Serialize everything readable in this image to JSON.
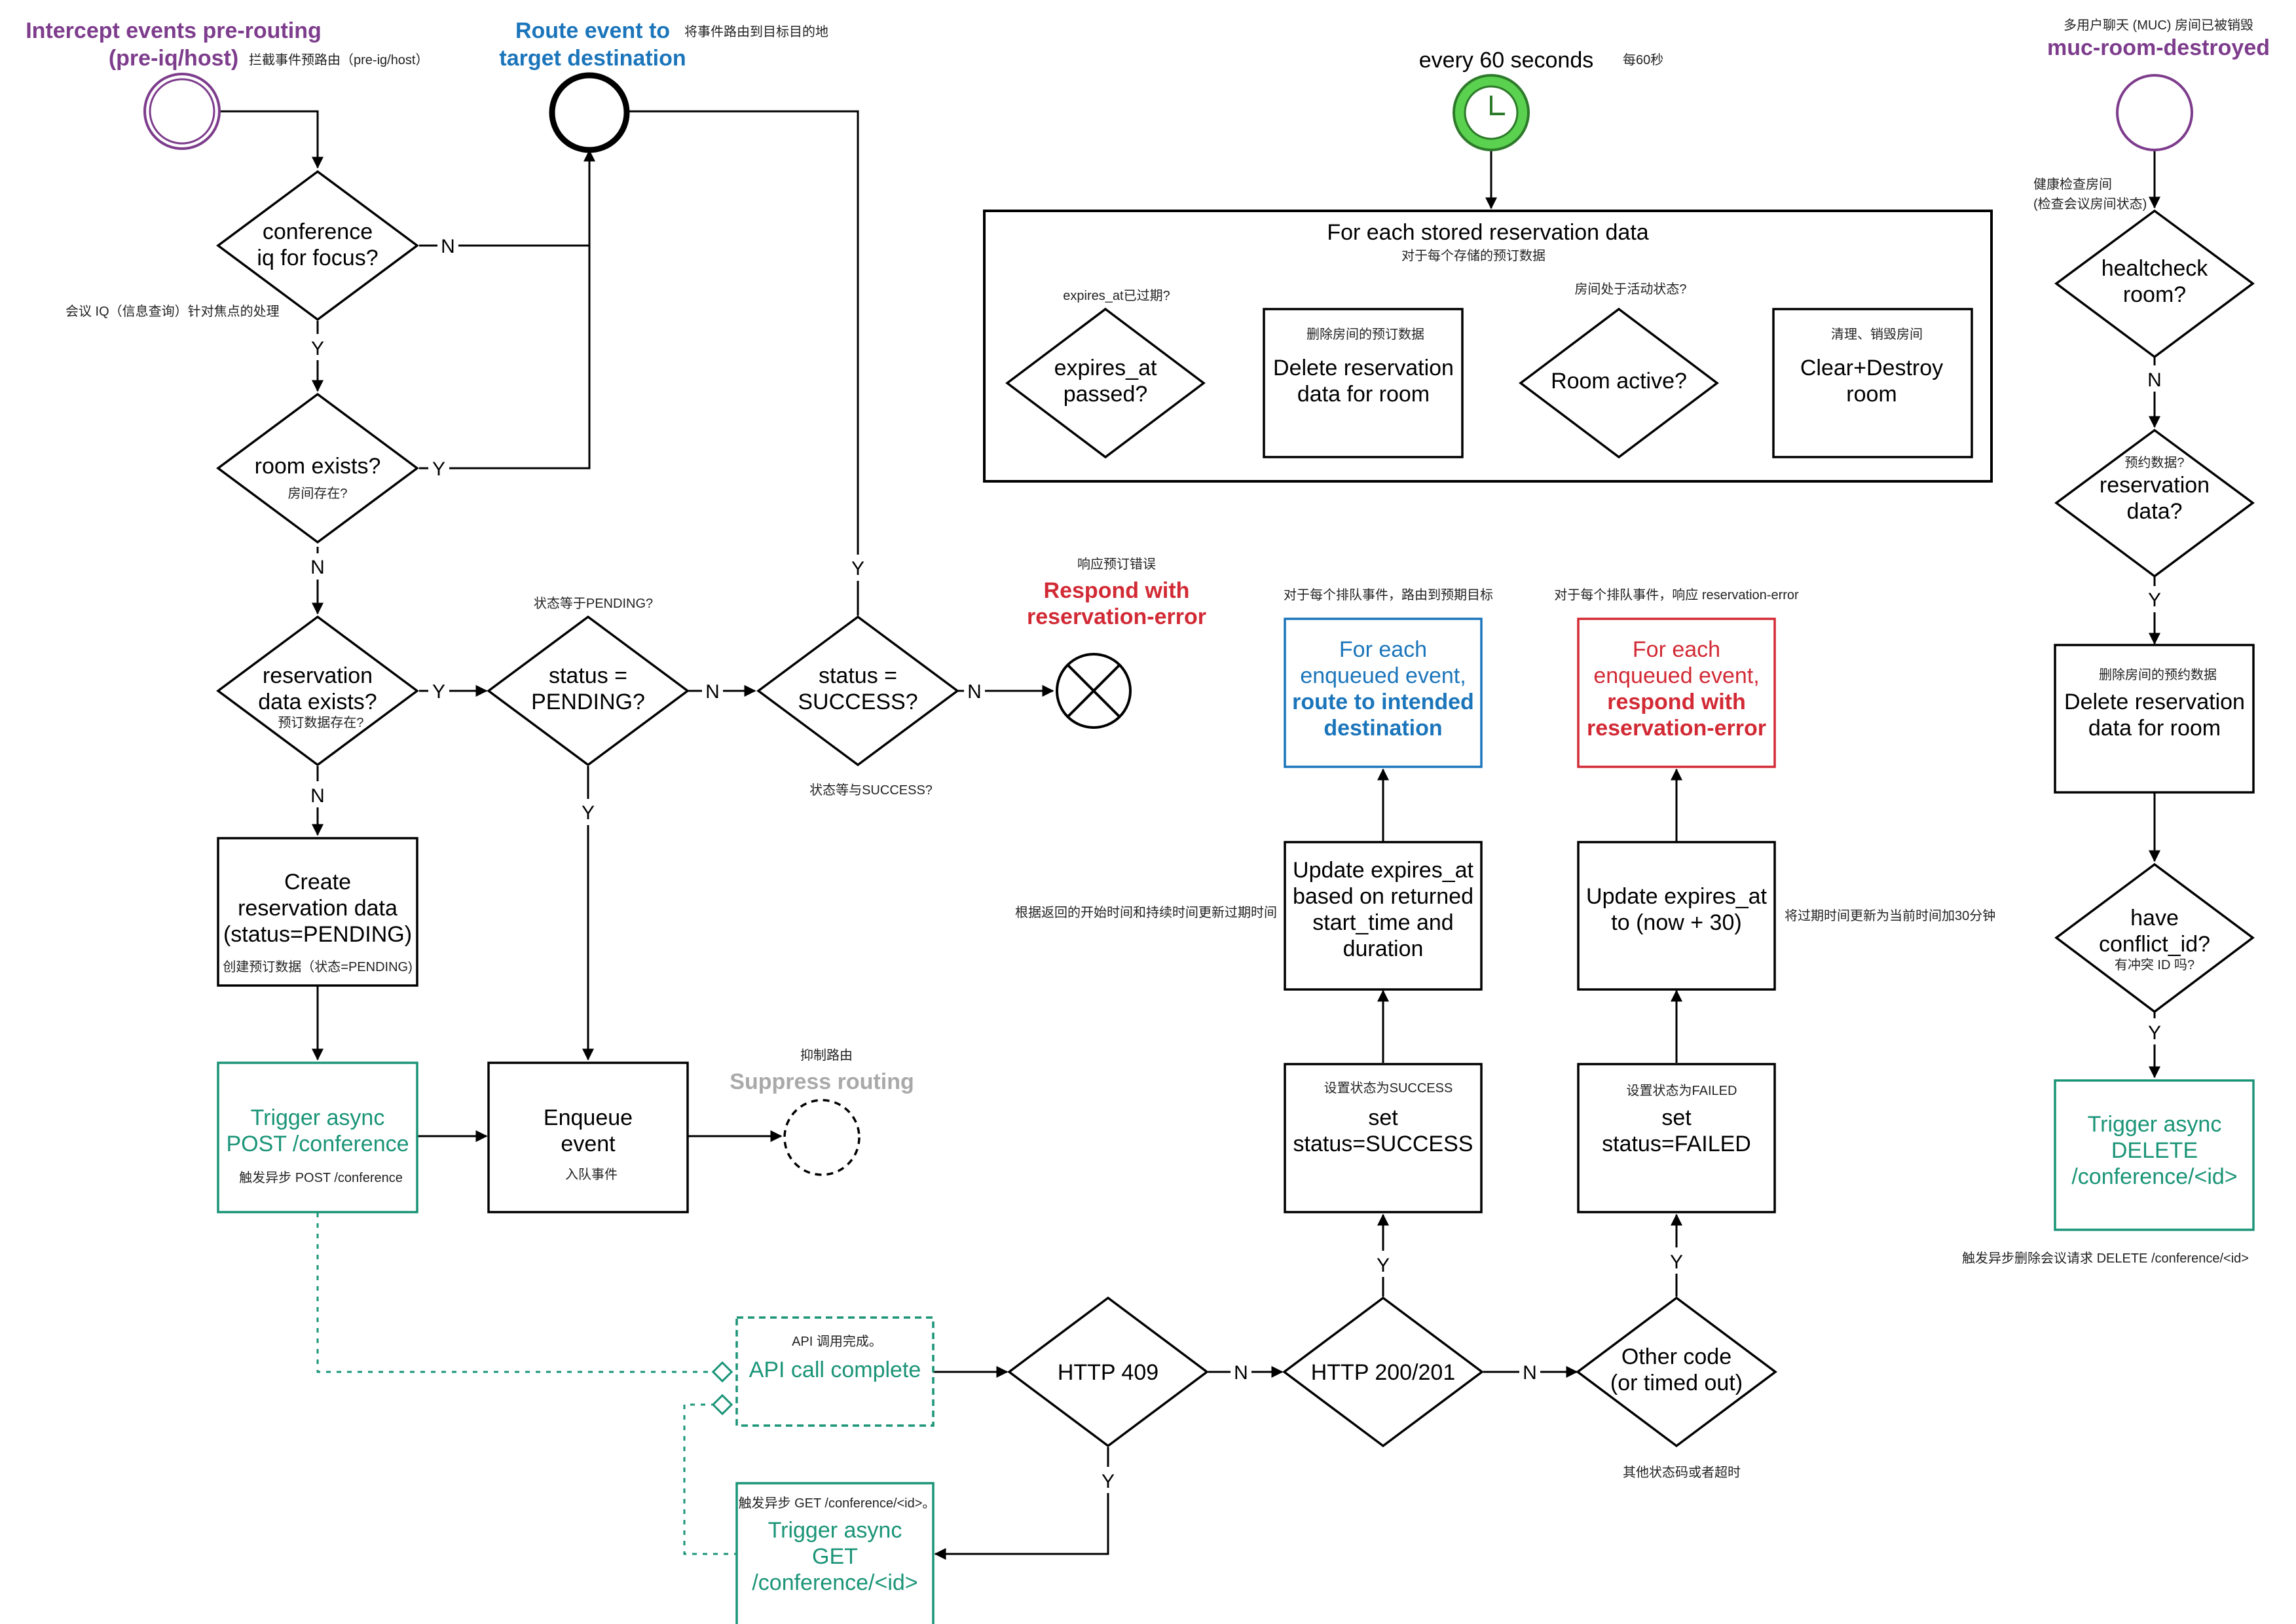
{
  "nodes": {
    "start_pre_routing": {
      "title_line1": "Intercept events pre-routing",
      "title_line2": "(pre-iq/host)",
      "note": "拦截事件预路由（pre-ig/host）"
    },
    "route_end": {
      "title_line1": "Route event to",
      "title_line2": "target destination",
      "note": "将事件路由到目标目的地"
    },
    "timer": {
      "label": "every 60 seconds",
      "note": "每60秒"
    },
    "muc_destroyed": {
      "note": "多用户聊天 (MUC) 房间已被销毁",
      "title": "muc-room-destroyed"
    },
    "conference_iq": {
      "line1": "conference",
      "line2": "iq for focus?",
      "note": "会议 IQ（信息查询）针对焦点的处理"
    },
    "room_exists": {
      "line1": "room exists?",
      "note": "房间存在?"
    },
    "reservation_exists": {
      "line1": "reservation",
      "line2": "data exists?",
      "note": "预订数据存在?"
    },
    "status_pending": {
      "line1": "status =",
      "line2": "PENDING?",
      "note": "状态等于PENDING?"
    },
    "status_success": {
      "line1": "status =",
      "line2": "SUCCESS?",
      "note": "状态等与SUCCESS?"
    },
    "respond_error": {
      "note": "响应预订错误",
      "line1": "Respond with",
      "line2": "reservation-error"
    },
    "create_reservation": {
      "line1": "Create",
      "line2": "reservation data",
      "line3": "(status=PENDING)",
      "note": "创建预订数据（状态=PENDING)"
    },
    "trigger_post": {
      "line1": "Trigger async",
      "line2": "POST /conference",
      "note": "触发异步 POST /conference"
    },
    "enqueue": {
      "line1": "Enqueue",
      "line2": "event",
      "note": "入队事件"
    },
    "suppress": {
      "note": "抑制路由",
      "label": "Suppress routing"
    },
    "api_complete": {
      "note": "API 调用完成。",
      "label": "API call complete"
    },
    "trigger_get": {
      "note": "触发异步 GET /conference/<id>。",
      "line1": "Trigger async",
      "line2": "GET",
      "line3": "/conference/<id>"
    },
    "http409": {
      "label": "HTTP 409"
    },
    "http200": {
      "label": "HTTP 200/201"
    },
    "other_code": {
      "line1": "Other code",
      "line2": "(or timed out)",
      "note": "其他状态码或者超时"
    },
    "set_success": {
      "note": "设置状态为SUCCESS",
      "line1": "set",
      "line2": "status=SUCCESS"
    },
    "set_failed": {
      "note": "设置状态为FAILED",
      "line1": "set",
      "line2": "status=FAILED"
    },
    "update_returned": {
      "line1": "Update expires_at",
      "line2": "based on returned",
      "line3": "start_time and",
      "line4": "duration",
      "note": "根据返回的开始时间和持续时间更新过期时间"
    },
    "update_now30": {
      "line1": "Update expires_at",
      "line2": "to (now + 30)",
      "note": "将过期时间更新为当前时间加30分钟"
    },
    "route_enqueued": {
      "note": "对于每个排队事件，路由到预期目标",
      "line1": "For each",
      "line2": "enqueued event,",
      "line3": "route to intended",
      "line4": "destination"
    },
    "error_enqueued": {
      "note": "对于每个排队事件，响应 reservation-error",
      "line1": "For each",
      "line2": "enqueued event,",
      "line3": "respond with",
      "line4": "reservation-error"
    },
    "stored_group": {
      "title": "For each stored reservation data",
      "note": "对于每个存储的预订数据"
    },
    "expires_passed": {
      "note": "expires_at已过期?",
      "line1": "expires_at",
      "line2": "passed?"
    },
    "delete_room_data": {
      "note": "删除房间的预订数据",
      "line1": "Delete reservation",
      "line2": "data for room"
    },
    "room_active": {
      "note": "房间处于活动状态?",
      "label": "Room active?"
    },
    "clear_destroy": {
      "note": "清理、销毁房间",
      "line1": "Clear+Destroy",
      "line2": "room"
    },
    "healthcheck": {
      "note1": "健康检查房间",
      "note2": "(检查会议房间状态)",
      "line1": "healtcheck",
      "line2": "room?"
    },
    "reservation_data": {
      "note": "预约数据?",
      "line1": "reservation",
      "line2": "data?"
    },
    "delete_reservation_right": {
      "note": "删除房间的预约数据",
      "line1": "Delete reservation",
      "line2": "data for room"
    },
    "have_conflict": {
      "line1": "have",
      "line2": "conflict_id?",
      "note": "有冲突 ID 吗?"
    },
    "trigger_delete": {
      "line1": "Trigger async",
      "line2": "DELETE",
      "line3": "/conference/<id>",
      "note": "触发异步删除会议请求 DELETE /conference/<id>"
    }
  },
  "edge_labels": {
    "yes": "Y",
    "no": "N"
  },
  "colors": {
    "purple": "#7d3c8c",
    "blue": "#1b75bb",
    "red": "#d22a35",
    "teal": "#1a9477",
    "gray": "#a9a9a9",
    "timer_green": "#5ad14f"
  },
  "icons": {
    "timer": "clock-icon",
    "respond_error": "x-circle-icon"
  }
}
